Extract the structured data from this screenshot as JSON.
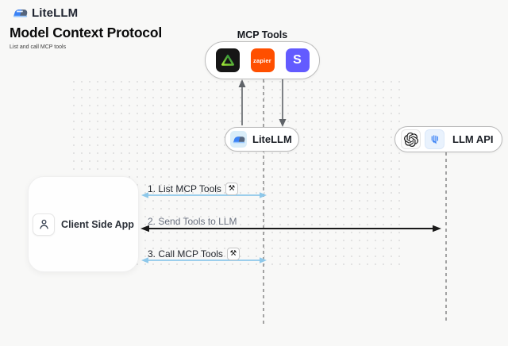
{
  "brand": {
    "name": "LiteLLM",
    "logo_icon": "train-icon"
  },
  "page": {
    "title": "Model Context Protocol",
    "subtitle": "List and call MCP tools"
  },
  "mcp_tools": {
    "label": "MCP Tools",
    "tools": [
      {
        "name": "triangle-tool",
        "icon": "triangle-icon",
        "text": ""
      },
      {
        "name": "zapier",
        "icon": "zapier-icon",
        "text": "zapier"
      },
      {
        "name": "stripe",
        "icon": "stripe-icon",
        "text": "S"
      }
    ]
  },
  "nodes": {
    "litellm": {
      "label": "LiteLLM",
      "icon": "litellm-train-icon"
    },
    "llm_api": {
      "label": "LLM API",
      "icons": [
        "openai-icon",
        "llm-provider-icon"
      ]
    },
    "client": {
      "label": "Client Side App",
      "icon": "person-icon"
    }
  },
  "sequence": {
    "tool_glyph": "⚒",
    "steps": [
      {
        "label": "1. List MCP Tools",
        "has_tool_icon": true,
        "arrow_color": "#8ec8ea"
      },
      {
        "label": "2. Send Tools to LLM",
        "has_tool_icon": false,
        "arrow_color": "#1a1a1a"
      },
      {
        "label": "3. Call MCP Tools",
        "has_tool_icon": true,
        "arrow_color": "#8ec8ea"
      }
    ]
  },
  "colors": {
    "background": "#f8f8f7",
    "blue_arrow": "#8ec8ea",
    "black_arrow": "#1a1a1a",
    "lifeline_gray": "#a3a3a3",
    "zapier_orange": "#ff4f00",
    "stripe_purple": "#635bff",
    "litellm_blue": "#3b82f6"
  }
}
